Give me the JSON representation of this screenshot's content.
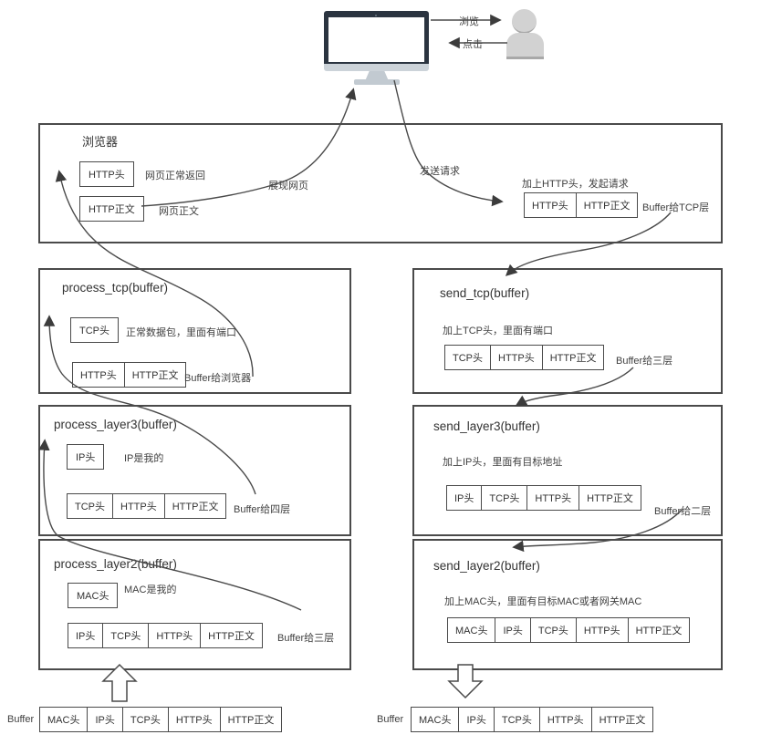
{
  "top": {
    "browse_label": "浏览",
    "click_label": "点击"
  },
  "browser": {
    "title": "浏览器",
    "http_header_box": "HTTP头",
    "http_header_note": "网页正常返回",
    "http_body_box": "HTTP正文",
    "http_body_note": "网页正文",
    "show_page_label": "展现网页",
    "send_request_label": "发送请求",
    "add_http_note": "加上HTTP头，发起请求",
    "request_cells": [
      "HTTP头",
      "HTTP正文"
    ],
    "buffer_to_tcp_label": "Buffer给TCP层"
  },
  "process_stack": [
    {
      "title": "process_tcp(buffer)",
      "head_box": "TCP头",
      "head_note": "正常数据包，里面有端口",
      "cells": [
        "HTTP头",
        "HTTP正文"
      ],
      "buffer_note": "Buffer给浏览器"
    },
    {
      "title": "process_layer3(buffer)",
      "head_box": "IP头",
      "head_note": "IP是我的",
      "cells": [
        "TCP头",
        "HTTP头",
        "HTTP正文"
      ],
      "buffer_note": "Buffer给四层"
    },
    {
      "title": "process_layer2(buffer)",
      "head_box": "MAC头",
      "head_note": "MAC是我的",
      "cells": [
        "IP头",
        "TCP头",
        "HTTP头",
        "HTTP正文"
      ],
      "buffer_note": "Buffer给三层"
    }
  ],
  "send_stack": [
    {
      "title": "send_tcp(buffer)",
      "note": "加上TCP头，里面有端口",
      "cells": [
        "TCP头",
        "HTTP头",
        "HTTP正文"
      ],
      "buffer_note": "Buffer给三层"
    },
    {
      "title": "send_layer3(buffer)",
      "note": "加上IP头，里面有目标地址",
      "cells": [
        "IP头",
        "TCP头",
        "HTTP头",
        "HTTP正文"
      ],
      "buffer_note": "Buffer给二层"
    },
    {
      "title": "send_layer2(buffer)",
      "note": "加上MAC头，里面有目标MAC或者网关MAC",
      "cells": [
        "MAC头",
        "IP头",
        "TCP头",
        "HTTP头",
        "HTTP正文"
      ],
      "buffer_note": ""
    }
  ],
  "buffers": {
    "left": {
      "label": "Buffer",
      "cells": [
        "MAC头",
        "IP头",
        "TCP头",
        "HTTP头",
        "HTTP正文"
      ]
    },
    "right": {
      "label": "Buffer",
      "cells": [
        "MAC头",
        "IP头",
        "TCP头",
        "HTTP头",
        "HTTP正文"
      ]
    }
  },
  "colors": {
    "line": "#4a4a4a",
    "arrowhead": "#3c3c3c",
    "monitor_frame": "#2b3440",
    "monitor_stand": "#c2cad1",
    "person_fill": "#d2d2d2",
    "person_shade": "#a8a8a8",
    "text": "#3a3a3a"
  }
}
